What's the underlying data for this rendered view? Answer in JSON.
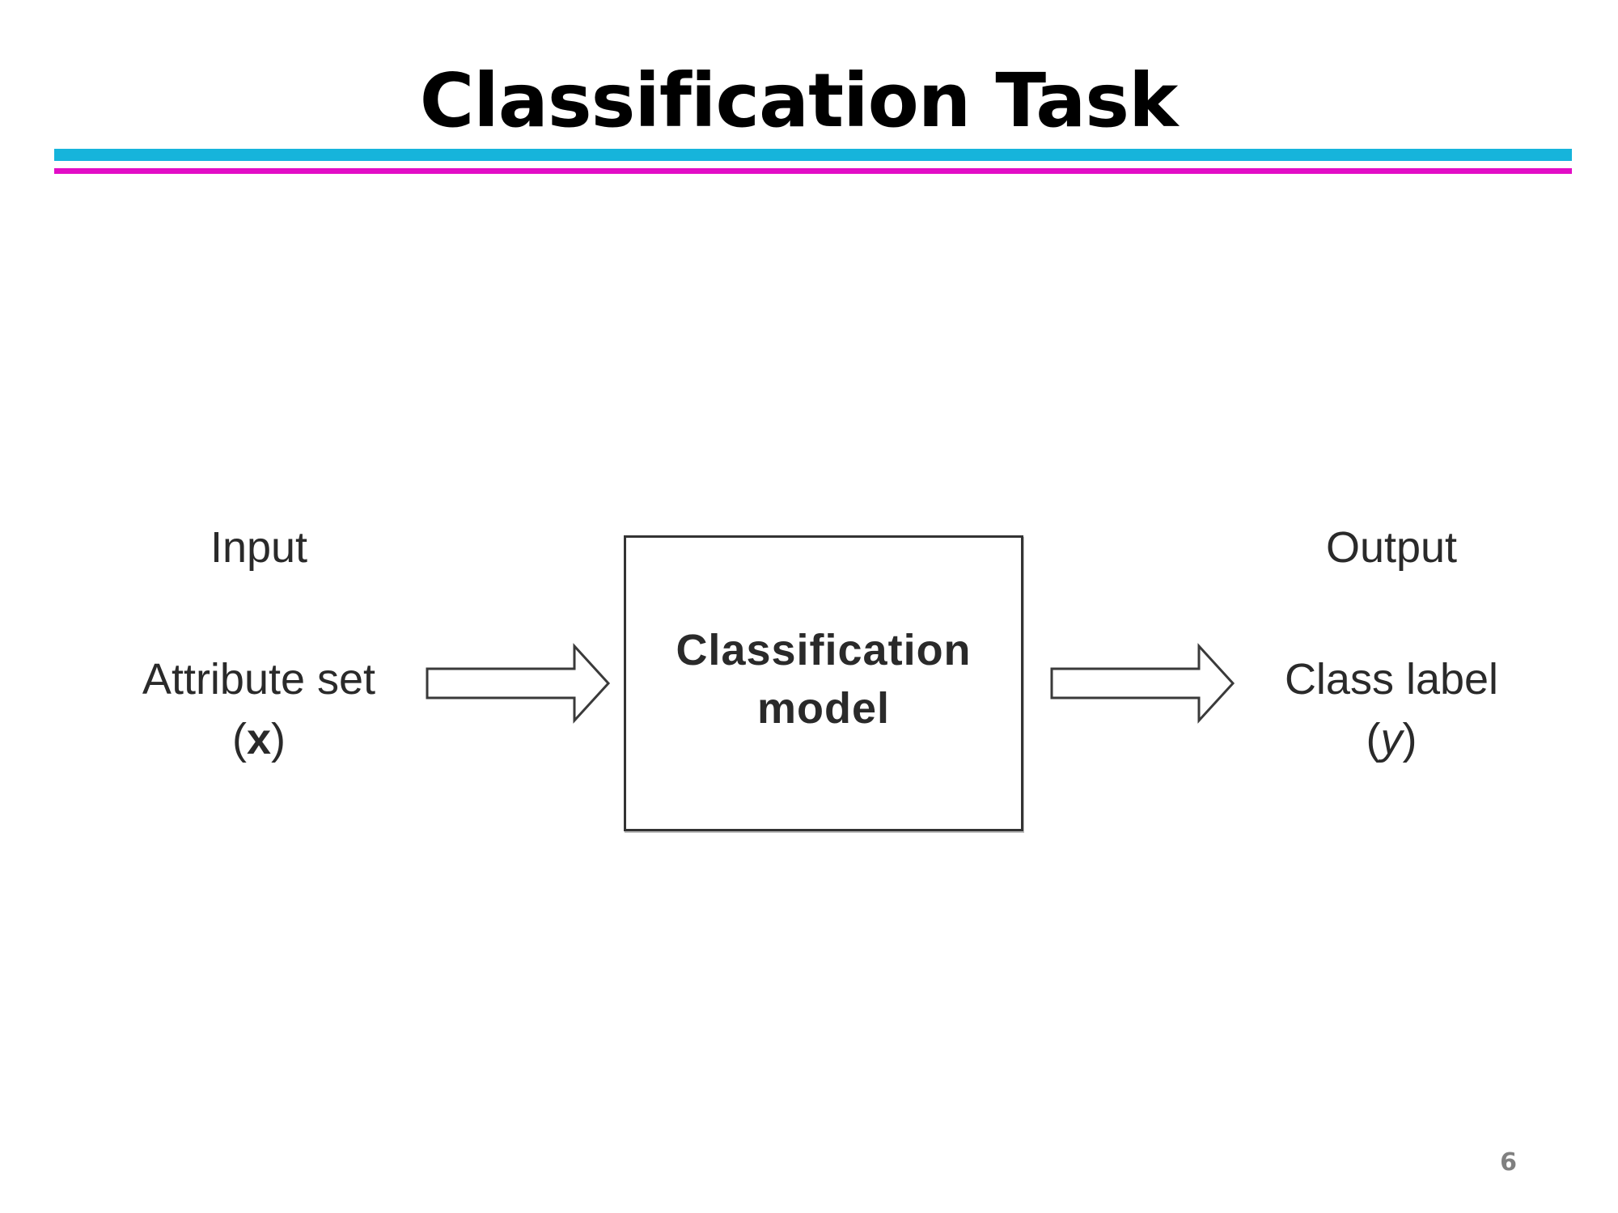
{
  "slide": {
    "title": "Classification Task",
    "page_number": "6",
    "colors": {
      "rule_top": "#16b4db",
      "rule_bottom": "#e20dc6",
      "diagram_text": "#2a2a2a"
    }
  },
  "diagram": {
    "input": {
      "heading": "Input",
      "label": "Attribute set",
      "symbol_open": "(",
      "symbol": "x",
      "symbol_close": ")"
    },
    "model": {
      "line1": "Classification",
      "line2": "model"
    },
    "output": {
      "heading": "Output",
      "label": "Class label",
      "symbol_open": "(",
      "symbol": "y",
      "symbol_close": ")"
    },
    "arrows": [
      "input-to-model",
      "model-to-output"
    ]
  }
}
